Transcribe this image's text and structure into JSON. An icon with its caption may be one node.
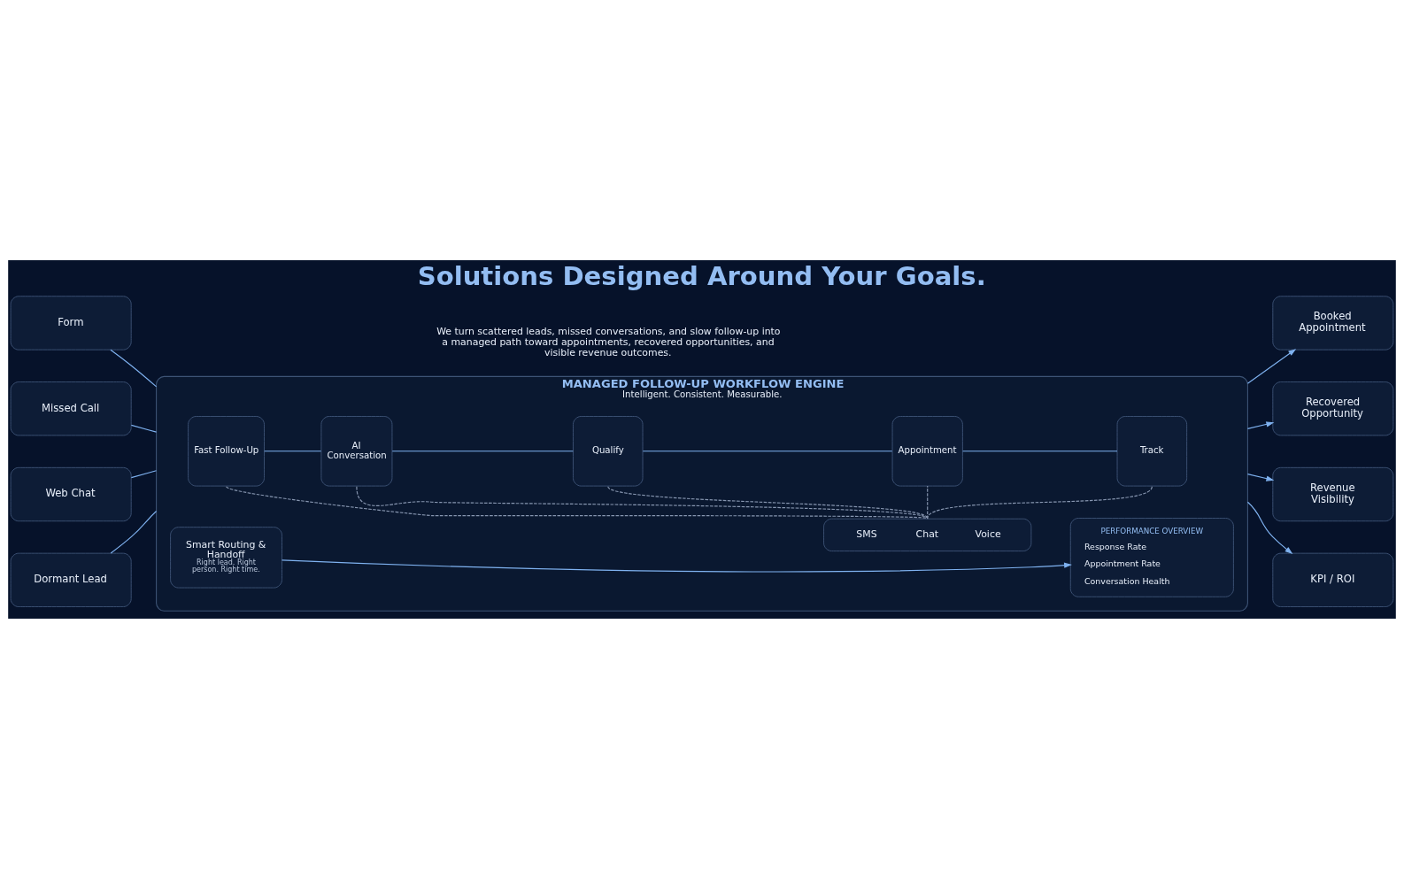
{
  "diagram": {
    "title": "Solutions Designed Around Your Goals.",
    "nodes": [
      {
        "text": [
          "Form"
        ]
      },
      {
        "text": [
          "Missed Call"
        ]
      },
      {
        "text": [
          "Web Chat"
        ]
      },
      {
        "text": [
          "Dormant Lead"
        ]
      },
      {
        "text": [
          "MANAGED FOLLOW-UP WORKFLOW ENGINE",
          "Intelligent. Consistent. Measurable."
        ]
      },
      {
        "text": [
          "Fast Follow-Up"
        ],
        "in": 4
      },
      {
        "text": [
          "AI Conversation"
        ],
        "in": 4
      },
      {
        "text": [
          "Qualify"
        ],
        "in": 4
      },
      {
        "text": [
          "Appointment"
        ],
        "in": 4
      },
      {
        "text": [
          "Track"
        ],
        "in": 4
      },
      {
        "text": [
          "SMS",
          "Chat",
          "Voice"
        ],
        "in": 4
      },
      {
        "text": [
          "Smart Routing & Handoff",
          "Right lead. Right person. Right time."
        ],
        "in": 4
      },
      {
        "text": [
          "PERFORMANCE OVERVIEW",
          "Response Rate",
          "Appointment Rate",
          "Conversation Health"
        ],
        "in": 4
      },
      {
        "text": [
          "Booked Appointment"
        ]
      },
      {
        "text": [
          "Recovered Opportunity"
        ]
      },
      {
        "text": [
          "Revenue Visibility"
        ]
      },
      {
        "text": [
          "KPI / ROI"
        ]
      }
    ],
    "edges": [
      {
        "from": 0,
        "to": 4,
        "arrow": "none"
      },
      {
        "from": 1,
        "to": 4,
        "arrow": "none"
      },
      {
        "from": 2,
        "to": 4,
        "arrow": "none"
      },
      {
        "from": 3,
        "to": 4,
        "arrow": "none"
      },
      {
        "from": 5,
        "to": 6,
        "arrow": "none"
      },
      {
        "from": 6,
        "to": 7,
        "arrow": "none"
      },
      {
        "from": 7,
        "to": 8,
        "arrow": "none"
      },
      {
        "from": 8,
        "to": 9,
        "arrow": "none"
      },
      {
        "from": 5,
        "to": 10,
        "arrow": "none",
        "style": "dashed",
        "color": "#8796b0"
      },
      {
        "from": 6,
        "to": 10,
        "arrow": "none",
        "style": "dashed",
        "color": "#8796b0"
      },
      {
        "from": 7,
        "to": 10,
        "arrow": "none",
        "style": "dashed",
        "color": "#8796b0"
      },
      {
        "from": 8,
        "to": 10,
        "arrow": "none",
        "style": "dashed",
        "color": "#8796b0"
      },
      {
        "from": 9,
        "to": 10,
        "arrow": "none",
        "style": "dashed",
        "color": "#8796b0"
      },
      {
        "from": 11,
        "to": 12,
        "arrow": "to"
      },
      {
        "from": 4,
        "to": 13,
        "arrow": "to"
      },
      {
        "from": 4,
        "to": 14,
        "arrow": "to"
      },
      {
        "from": 4,
        "to": 15,
        "arrow": "to"
      },
      {
        "from": 4,
        "to": 16,
        "arrow": "to"
      }
    ],
    "labels": [
      "We turn scattered leads, missed conversations, and slow follow-up into a managed path toward appointments, recovered opportunities, and visible revenue outcomes."
    ]
  }
}
